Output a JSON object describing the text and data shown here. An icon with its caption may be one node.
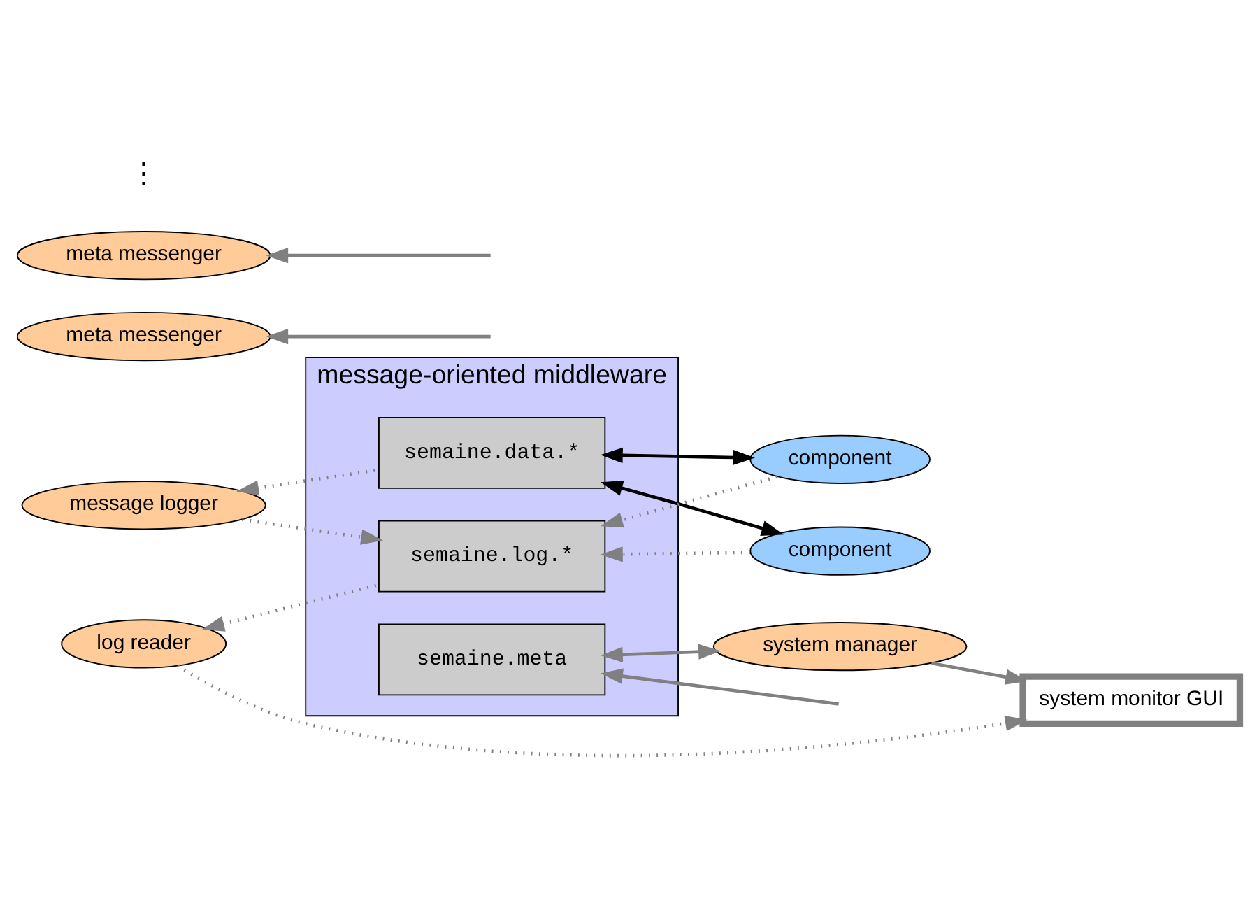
{
  "diagram": {
    "nodes": [
      {
        "text": [
          "message-oriented middleware"
        ]
      },
      {
        "text": [
          "semaine.data.*"
        ],
        "in": 0
      },
      {
        "text": [
          "semaine.log.*"
        ],
        "in": 0
      },
      {
        "text": [
          "semaine.meta"
        ],
        "in": 0
      },
      {
        "text": [
          "message logger"
        ]
      },
      {
        "text": [
          "component"
        ]
      },
      {
        "text": [
          "meta messenger"
        ]
      },
      {
        "text": [
          "component"
        ]
      },
      {
        "text": [
          "meta messenger"
        ]
      },
      {
        "text": [
          "log reader"
        ]
      },
      {
        "text": [
          "system manager"
        ]
      },
      {
        "text": [
          "system monitor GUI"
        ]
      }
    ],
    "edges": [
      {
        "from": 1,
        "to": 4,
        "arrow": "to",
        "style": "dashed"
      },
      {
        "from": 4,
        "to": 2,
        "arrow": "to",
        "style": "dashed"
      },
      {
        "from": 2,
        "to": 9,
        "arrow": "to",
        "style": "dashed"
      },
      {
        "from": 1,
        "to": 5,
        "arrow": "both",
        "color": "#000000"
      },
      {
        "from": 1,
        "to": 7,
        "arrow": "both",
        "color": "#000000"
      },
      {
        "from": 5,
        "to": 2,
        "arrow": "to",
        "style": "dashed"
      },
      {
        "from": 7,
        "to": 2,
        "arrow": "to",
        "style": "dashed"
      },
      {
        "from": null,
        "to": 6,
        "arrow": "to"
      },
      {
        "from": null,
        "to": 3,
        "arrow": "to"
      },
      {
        "from": null,
        "to": 8,
        "arrow": "to"
      },
      {
        "from": 3,
        "to": 10,
        "arrow": "both"
      },
      {
        "from": 10,
        "to": 11,
        "arrow": "to"
      },
      {
        "from": 9,
        "to": 11,
        "arrow": "to",
        "style": "dashed"
      }
    ],
    "labels": [
      "⋮"
    ]
  }
}
